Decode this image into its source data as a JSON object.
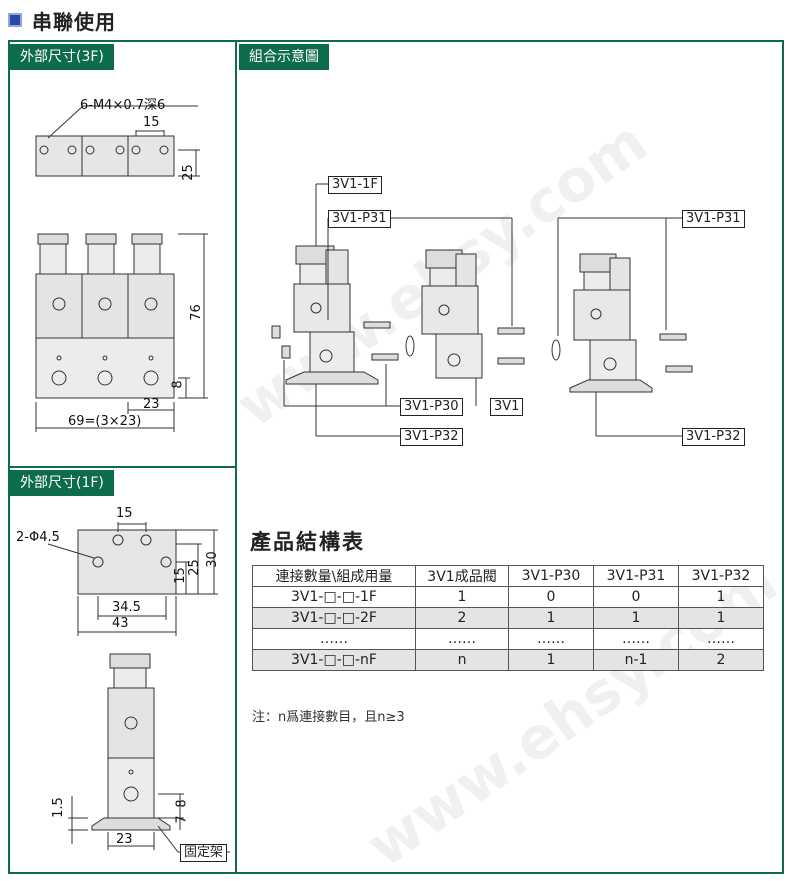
{
  "header": {
    "title": "串聯使用"
  },
  "panels": {
    "dim_3f": {
      "tab": "外部尺寸(3F)"
    },
    "dim_1f": {
      "tab": "外部尺寸(1F)"
    },
    "assembly": {
      "tab": "組合示意圖"
    }
  },
  "dims_3f": {
    "thread": "6-M4×0.7深6",
    "pitch": "15",
    "height_small": "25",
    "height_total": "76",
    "bottom_8": "8",
    "spacing_23": "23",
    "width_total": "69=(3×23)"
  },
  "dims_1f": {
    "hole": "2-Φ4.5",
    "pitch": "15",
    "h15": "15",
    "h25": "25",
    "h30": "30",
    "w345": "34.5",
    "w43": "43",
    "d15": "1.5",
    "d7": "7",
    "d8": "8",
    "w23": "23",
    "bracket": "固定架"
  },
  "assembly_labels": {
    "p1f": "3V1-1F",
    "p31_left": "3V1-P31",
    "p31_right": "3V1-P31",
    "p30": "3V1-P30",
    "v3v1": "3V1",
    "p32_left": "3V1-P32",
    "p32_right": "3V1-P32"
  },
  "product_table": {
    "title": "產品結構表",
    "headers": [
      "連接數量\\組成用量",
      "3V1成品閥",
      "3V1-P30",
      "3V1-P31",
      "3V1-P32"
    ],
    "rows": [
      [
        "3V1-□-□-1F",
        "1",
        "0",
        "0",
        "1"
      ],
      [
        "3V1-□-□-2F",
        "2",
        "1",
        "1",
        "1"
      ],
      [
        "……",
        "……",
        "……",
        "……",
        "……"
      ],
      [
        "3V1-□-□-nF",
        "n",
        "1",
        "n-1",
        "2"
      ]
    ],
    "note": "注：n爲連接數目，且n≥3"
  },
  "watermark": "www.ehsy.com",
  "colors": {
    "frame": "#0d6b4e",
    "accent": "#2a4aa8",
    "row_shade": "#e4e4e4"
  }
}
